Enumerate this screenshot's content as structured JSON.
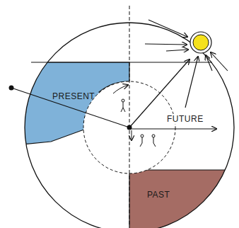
{
  "diagram": {
    "nodes": [
      {
        "text": [
          "PRESENT"
        ]
      },
      {
        "text": [
          "PAST"
        ]
      }
    ],
    "labels": [
      "FUTURE"
    ]
  }
}
